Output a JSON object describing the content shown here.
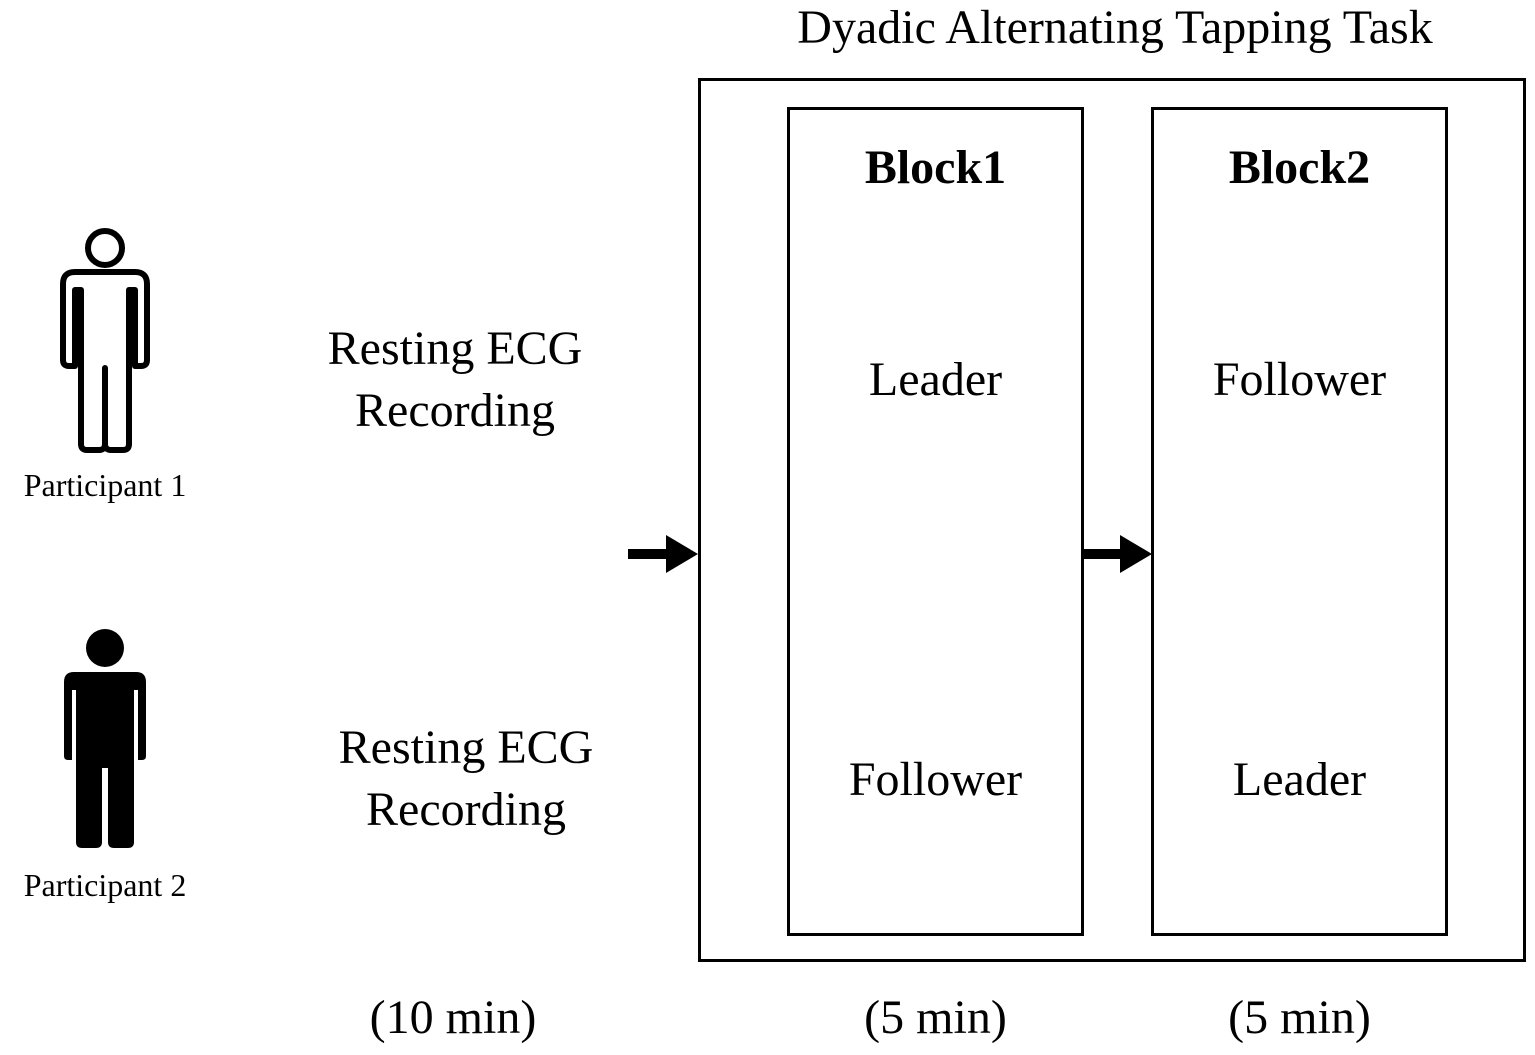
{
  "task": {
    "title": "Dyadic Alternating Tapping Task"
  },
  "participants": [
    {
      "label": "Participant 1",
      "icon": "person-outline-icon"
    },
    {
      "label": "Participant 2",
      "icon": "person-filled-icon"
    }
  ],
  "resting": {
    "line1": "Resting ECG",
    "line2": "Recording",
    "duration": "(10 min)"
  },
  "blocks": [
    {
      "title": "Block1",
      "top_role": "Leader",
      "bottom_role": "Follower",
      "duration": "(5 min)"
    },
    {
      "title": "Block2",
      "top_role": "Follower",
      "bottom_role": "Leader",
      "duration": "(5 min)"
    }
  ]
}
